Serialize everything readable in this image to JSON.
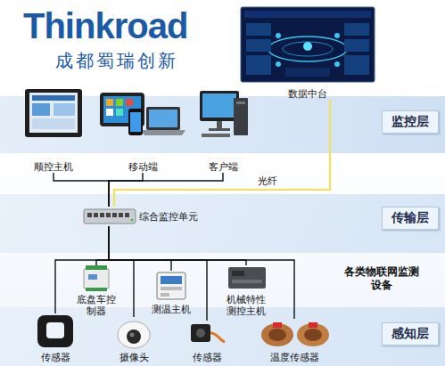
{
  "diagram": {
    "nodes": [
      {
        "text": [
          "数据中台"
        ]
      },
      {
        "text": [
          "顺控主机"
        ]
      },
      {
        "text": [
          "移动端"
        ]
      },
      {
        "text": [
          "客户端"
        ]
      },
      {
        "text": [
          "监控层"
        ]
      },
      {
        "text": [
          "综合监控单元"
        ]
      },
      {
        "text": [
          "传输层"
        ]
      },
      {
        "text": [
          "底盘车控 制器"
        ]
      },
      {
        "text": [
          "测温主机"
        ]
      },
      {
        "text": [
          "机械特性 测控主机"
        ]
      },
      {
        "text": [
          "传感器"
        ]
      },
      {
        "text": [
          "摄像头"
        ]
      },
      {
        "text": [
          "传感器"
        ]
      },
      {
        "text": [
          "温度传感器"
        ]
      },
      {
        "text": [
          "感知层"
        ]
      }
    ],
    "edges": [
      {
        "from": 1,
        "to": 5,
        "arrow": "none"
      },
      {
        "from": 2,
        "to": 5,
        "arrow": "none"
      },
      {
        "from": 3,
        "to": 5,
        "arrow": "none"
      },
      {
        "from": 0,
        "to": 5,
        "label": "光纤",
        "arrow": "none"
      },
      {
        "from": 5,
        "to": 7,
        "arrow": "none"
      },
      {
        "from": 5,
        "to": 8,
        "arrow": "none"
      },
      {
        "from": 5,
        "to": 9,
        "arrow": "none"
      },
      {
        "from": 5,
        "to": 10,
        "arrow": "none"
      },
      {
        "from": 5,
        "to": 11,
        "arrow": "none"
      },
      {
        "from": 5,
        "to": 12,
        "arrow": "none"
      },
      {
        "from": 5,
        "to": 13,
        "arrow": "none"
      }
    ],
    "labels": [
      "Thinkroad",
      "成都蜀瑞创新",
      "各类物联网监测 设备"
    ]
  }
}
